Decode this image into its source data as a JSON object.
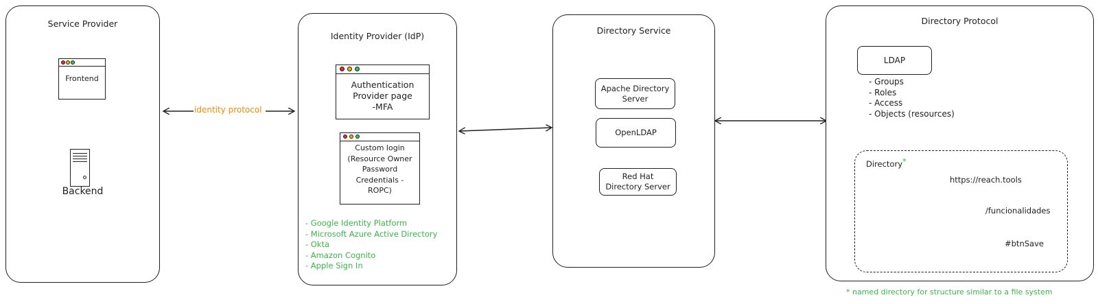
{
  "service_provider": {
    "title": "Service Provider",
    "frontend_label": "Frontend",
    "backend_label": "Backend"
  },
  "connector_sp_idp": {
    "label": "identity protocol"
  },
  "identity_provider": {
    "title": "Identity Provider (IdP)",
    "auth_page_lines": [
      "Authentication",
      "Provider page",
      "-MFA"
    ],
    "custom_login_lines": [
      "Custom login",
      "(Resource Owner",
      "Password",
      "Credentials -",
      "ROPC)"
    ],
    "providers": [
      "- Google Identity Platform",
      "- Microsoft Azure Active Directory",
      "- Okta",
      "- Amazon Cognito",
      "- Apple Sign In"
    ]
  },
  "directory_service": {
    "title": "Directory Service",
    "servers": [
      [
        "Apache Directory",
        "Server"
      ],
      [
        "OpenLDAP"
      ],
      [
        "Red Hat",
        "Directory Server"
      ]
    ]
  },
  "directory_protocol": {
    "title": "Directory Protocol",
    "ldap_label": "LDAP",
    "ldap_items": [
      "- Groups",
      "- Roles",
      "- Access",
      "- Objects (resources)"
    ],
    "directory_label": "Directory",
    "directory_asterisk": "*",
    "tree_labels": {
      "root": "https://reach.tools",
      "level1": "/funcionalidades",
      "leaf": "#btnSave"
    },
    "footnote": "* named directory for structure similar to a file system"
  },
  "colors": {
    "stroke": "#1e1e1e",
    "green_text": "#3bb54a",
    "orange_text": "#f08c00",
    "root_node_fill": "#b2f2bb",
    "root_node_stroke": "#2f9e44",
    "dot_red": "#e03131",
    "dot_yellow": "#f0b400",
    "dot_green": "#40c057"
  }
}
